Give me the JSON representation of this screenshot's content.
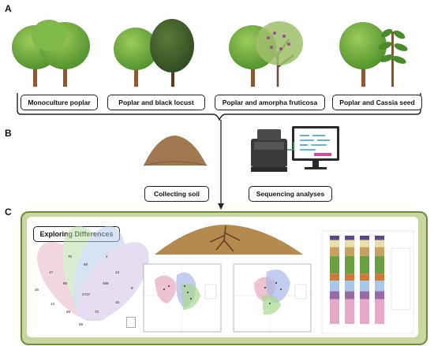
{
  "section_a": {
    "letter": "A",
    "labels": [
      "Monoculture poplar",
      "Poplar and black locust",
      "Poplar and amorpha fruticosa",
      "Poplar and Cassia seed"
    ]
  },
  "section_b": {
    "letter": "B",
    "soil_label": "Collecting soil",
    "seq_label": "Sequencing analyses"
  },
  "section_c": {
    "letter": "C",
    "title": "Exploring Differences",
    "venn_numbers": [
      "70",
      "17",
      "26",
      "2",
      "89",
      "13",
      "499",
      "9",
      "96",
      "14",
      "2737",
      "58",
      "70",
      "15",
      "89"
    ]
  },
  "colors": {
    "panel_green": "#c8d7a0",
    "panel_border": "#6f8a3e",
    "tree_green": "#6eaa3c",
    "trunk": "#8a5a32"
  }
}
